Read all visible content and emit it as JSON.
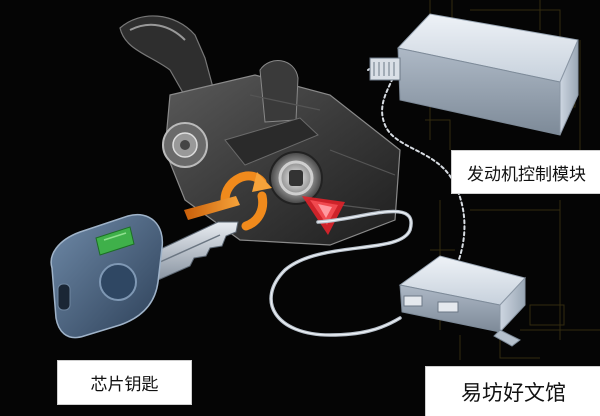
{
  "labels": {
    "engine_control_module": "发动机控制模块",
    "chip_key": "芯片钥匙",
    "watermark": "易坊好文馆"
  },
  "icons": [
    "steering-column-icon",
    "ignition-lock-icon",
    "transponder-key-icon",
    "engine-control-module-icon",
    "immobilizer-control-unit-icon",
    "rotation-arrow-icon",
    "insert-arrow-icon"
  ],
  "colors": {
    "background": "#050505",
    "key_chip_green": "#3fb04a",
    "arrow_orange": "#f08a1c",
    "signal_red": "#e0222a",
    "module_face": "#d4dde8"
  }
}
